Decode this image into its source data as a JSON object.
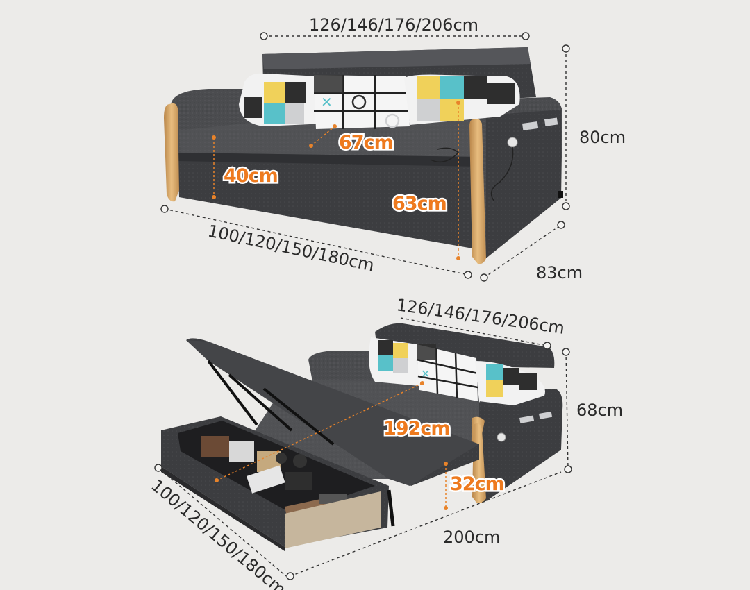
{
  "top_sofa": {
    "width_label": "126/146/176/206cm",
    "height_label": "80cm",
    "depth_label": "83cm",
    "length_label": "100/120/150/180cm",
    "seat_height_label": "40cm",
    "seat_depth_label": "67cm",
    "arm_height_label": "63cm"
  },
  "bottom_bed": {
    "width_label": "126/146/176/206cm",
    "height_label": "68cm",
    "length_label": "200cm",
    "diagonal_label": "100/120/150/180cm",
    "bed_length_label": "192cm",
    "bed_height_label": "32cm"
  },
  "colors": {
    "fabric": "#4a4b4d",
    "fabric_dark": "#35363a",
    "wood": "#d9a767",
    "accent": "#ee7a1e",
    "pillow_cyan": "#58c1c9",
    "pillow_yellow": "#f0d15a"
  }
}
